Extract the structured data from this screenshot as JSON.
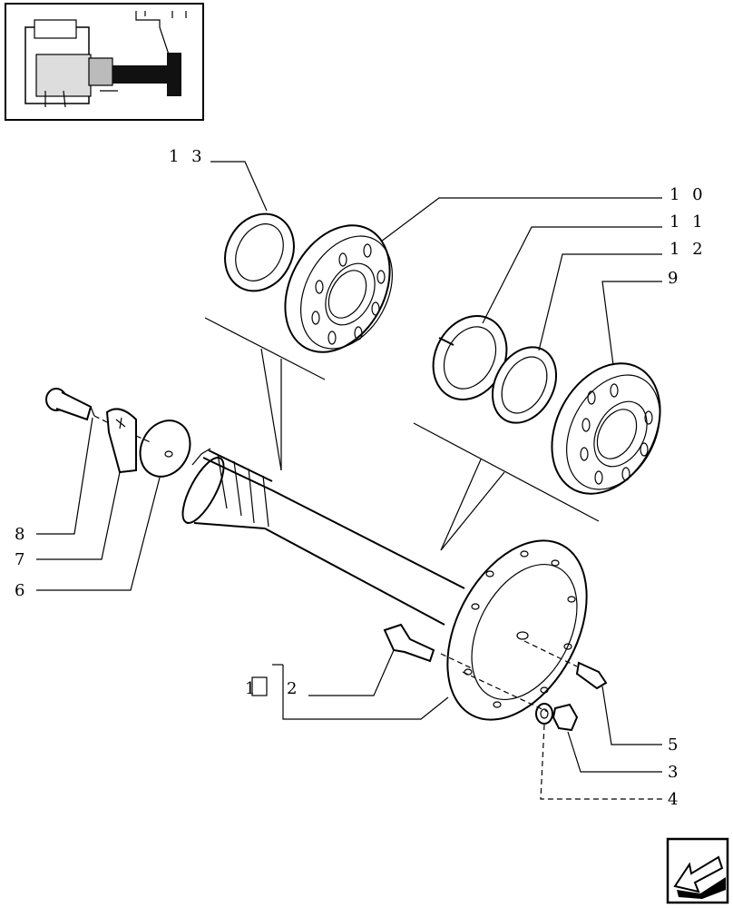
{
  "callouts": {
    "c13": "1 3",
    "c10": "1 0",
    "c11": "1 1",
    "c12": "1 2",
    "c9": "9",
    "c8": "8",
    "c7": "7",
    "c6": "6",
    "c5": "5",
    "c3": "3",
    "c4": "4",
    "c1": "1",
    "c2": "2"
  }
}
